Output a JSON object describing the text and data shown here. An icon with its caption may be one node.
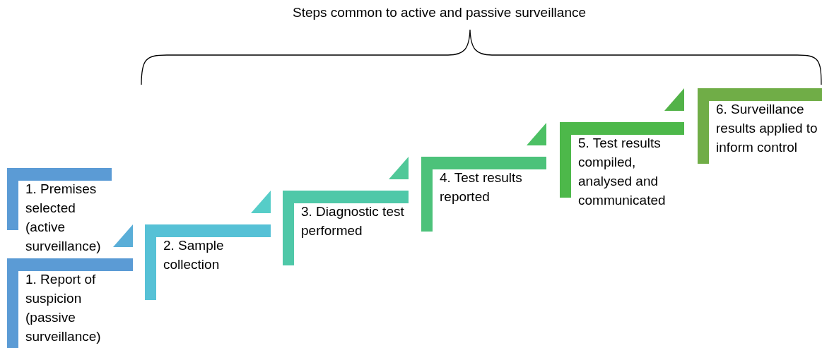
{
  "diagram": {
    "nodes": [
      {
        "text": [
          "1. Premises selected (active surveillance)"
        ]
      },
      {
        "text": [
          "1. Report of suspicion (passive surveillance)"
        ]
      },
      {
        "text": [
          "2. Sample collection"
        ]
      },
      {
        "text": [
          "3. Diagnostic test performed"
        ]
      },
      {
        "text": [
          "4. Test results reported"
        ]
      },
      {
        "text": [
          "5. Test results compiled, analysed and communicated"
        ]
      },
      {
        "text": [
          "6. Surveillance results applied to inform control"
        ]
      }
    ],
    "labels": [
      "Steps common to active and passive surveillance"
    ]
  }
}
